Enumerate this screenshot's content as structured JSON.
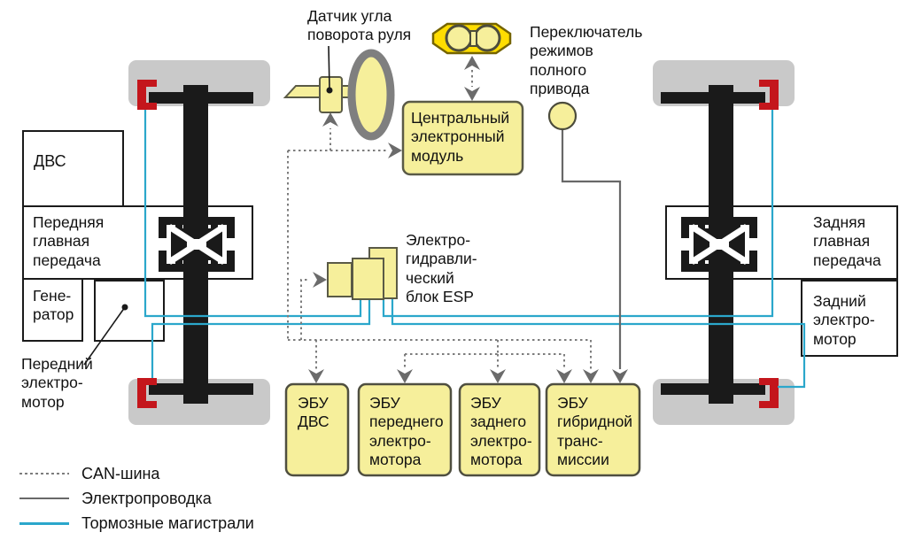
{
  "diagram_type": "hybrid-awd-vehicle-system-schematic",
  "labels": {
    "steering_sensor": "Датчик угла\nповорота руля",
    "awd_mode_switch": "Переключатель\nрежимов\nполного\nпривода",
    "central_module": "Центральный\nэлектронный\nмодуль",
    "engine": "ДВС",
    "front_final_drive": "Передняя\nглавная\nпередача",
    "generator": "Гене-\nратор",
    "front_motor": "Передний\nэлектро-\nмотор",
    "esp_unit": "Электро-\nгидравли-\nческий\nблок ESP",
    "ecu_engine": "ЭБУ\nДВС",
    "ecu_front_motor": "ЭБУ\nпереднего\nэлектро-\nмотора",
    "ecu_rear_motor": "ЭБУ\nзаднего\nэлектро-\nмотора",
    "ecu_hybrid_transmission": "ЭБУ\nгибридной\nтранс-\nмиссии",
    "rear_final_drive": "Задняя\nглавная\nпередача",
    "rear_motor": "Задний\nэлектро-\nмотор"
  },
  "legend": [
    {
      "id": "can-bus",
      "label": "CAN-шина",
      "line_style": "dotted",
      "color": "#7d7d7d"
    },
    {
      "id": "wiring",
      "label": "Электропроводка",
      "line_style": "solid",
      "color": "#686868"
    },
    {
      "id": "brake-lines",
      "label": "Тормозные магистрали",
      "line_style": "solid",
      "color": "#2ba7cb"
    }
  ],
  "colors": {
    "component_yellow": "#f6ef9b",
    "cluster_yellow": "#ffdd00",
    "wheel_gray": "#c9c9c9",
    "caliper_red": "#c4161c",
    "brake_line_blue": "#2ba7cb",
    "can_bus_gray": "#7d7d7d",
    "wiring_gray": "#686868",
    "axle_black": "#1a1a1a"
  },
  "icons": {
    "differential": "differential-icon",
    "steering_wheel": "steering-wheel-icon",
    "instrument_cluster": "instrument-cluster-icon",
    "switch_knob": "switch-knob-icon",
    "brake_caliper": "brake-caliper-icon",
    "wheel": "wheel-icon",
    "arrowhead": "arrowhead-icon"
  }
}
